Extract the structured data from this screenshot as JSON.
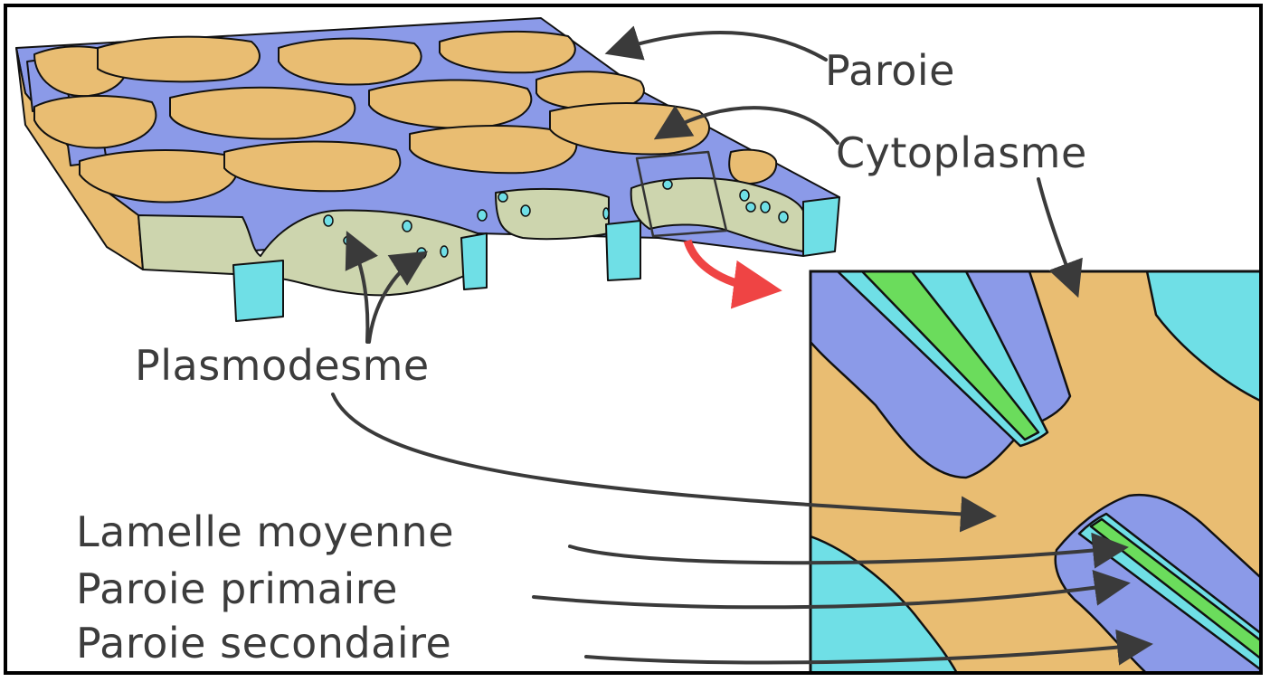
{
  "labels": {
    "paroie": "Paroie",
    "cytoplasme": "Cytoplasme",
    "plasmodesme": "Plasmodesme",
    "lamelle_moyenne": "Lamelle moyenne",
    "paroie_primaire": "Paroie primaire",
    "paroie_secondaire": "Paroie secondaire"
  },
  "colors": {
    "cytoplasm": "#e9bd72",
    "cell_wall": "#8b9ae8",
    "cut_section": "#cdd5ae",
    "wall_edge": "#6fdfe6",
    "middle_lamella": "#6bdc5c",
    "arrow": "#3a3a3a",
    "highlight_arrow": "#ef4444"
  }
}
